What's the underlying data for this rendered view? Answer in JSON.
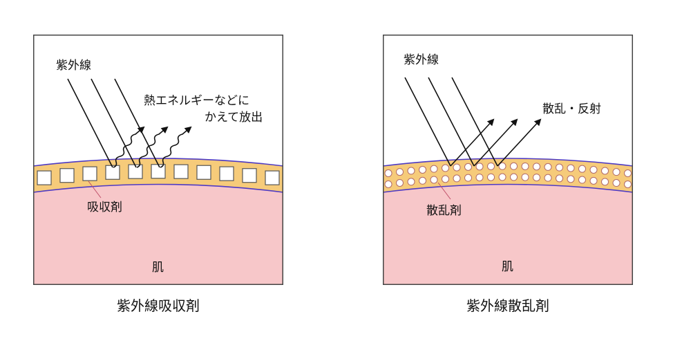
{
  "colors": {
    "skin": "#f7c7c9",
    "layer": "#f6cb7a",
    "layer_border": "#4d3ac4",
    "frame": "#444444",
    "ink": "#111111"
  },
  "left_panel": {
    "uv_label": "紫外線",
    "heat_label_line1": "熱エネルギーなどに",
    "heat_label_line2": "かえて放出",
    "agent_label": "吸収剤",
    "skin_label": "肌",
    "caption": "紫外線吸収剤"
  },
  "right_panel": {
    "uv_label": "紫外線",
    "scatter_label": "散乱・反射",
    "agent_label": "散乱剤",
    "skin_label": "肌",
    "caption": "紫外線散乱剤"
  }
}
